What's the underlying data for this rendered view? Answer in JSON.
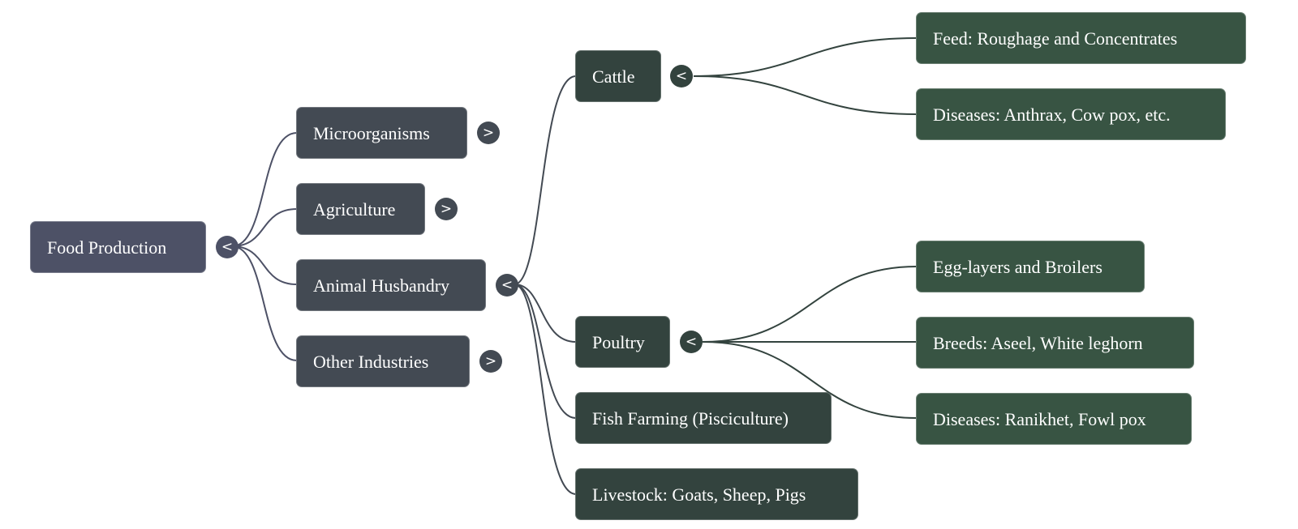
{
  "mindmap": {
    "root": {
      "label": "Food Production",
      "toggle": "<",
      "expanded": true
    },
    "level1": [
      {
        "label": "Microorganisms",
        "toggle": ">",
        "expanded": false
      },
      {
        "label": "Agriculture",
        "toggle": ">",
        "expanded": false
      },
      {
        "label": "Animal Husbandry",
        "toggle": "<",
        "expanded": true
      },
      {
        "label": "Other Industries",
        "toggle": ">",
        "expanded": false
      }
    ],
    "animal_husbandry_children": [
      {
        "label": "Cattle",
        "toggle": "<",
        "expanded": true
      },
      {
        "label": "Poultry",
        "toggle": "<",
        "expanded": true
      },
      {
        "label": "Fish Farming (Pisciculture)"
      },
      {
        "label": "Livestock: Goats, Sheep, Pigs"
      }
    ],
    "cattle_children": [
      {
        "label": "Feed: Roughage and Concentrates"
      },
      {
        "label": "Diseases: Anthrax, Cow pox, etc."
      }
    ],
    "poultry_children": [
      {
        "label": "Egg-layers and Broilers"
      },
      {
        "label": "Breeds: Aseel, White leghorn"
      },
      {
        "label": "Diseases: Ranikhet, Fowl pox"
      }
    ],
    "colors": {
      "root": "#4d5166",
      "level1": "#434a53",
      "level2": "#33433e",
      "level3": "#385443"
    }
  }
}
